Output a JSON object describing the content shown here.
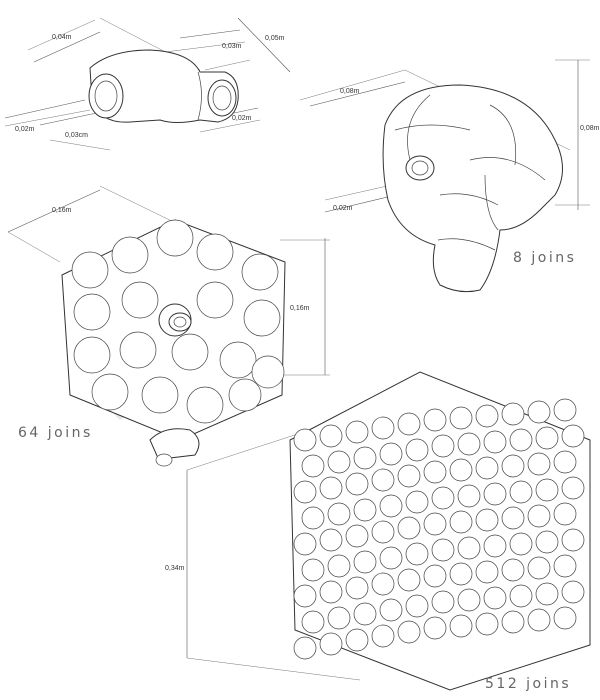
{
  "single_joint": {
    "dims": [
      "0,04m",
      "0,03m",
      "0,05m",
      "0,02m",
      "0,03cm",
      "0,02m"
    ]
  },
  "cube_8": {
    "dims": [
      "0,08m",
      "0,08m",
      "0,02m"
    ],
    "label": "8 joins"
  },
  "cube_64": {
    "dims": [
      "0,16m",
      "0,16m"
    ],
    "label": "64 joins"
  },
  "cube_512": {
    "dims": [
      "0,34m"
    ],
    "label": "512 joins"
  },
  "colors": {
    "line": "#333333",
    "shadow": "#e6e6e6",
    "label": "#666666"
  }
}
